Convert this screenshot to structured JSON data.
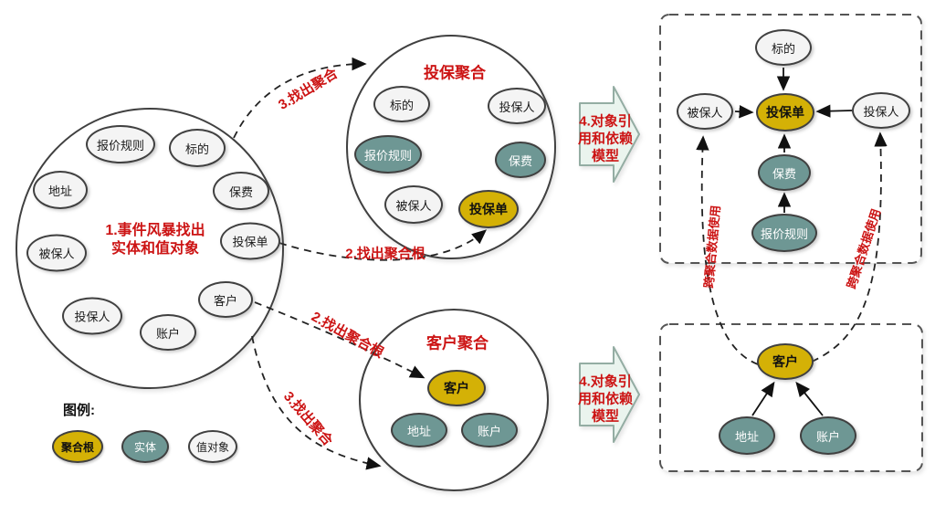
{
  "colors": {
    "aggregate_root_fill": "#d4b106",
    "entity_fill": "#6e9794",
    "value_object_fill": "#f4f4f4",
    "outline": "#404040",
    "red_label": "#cc1414",
    "dashed_border": "#555555",
    "step_arrow_fill": "#eaf4ee",
    "step_arrow_border": "#94ada3"
  },
  "diagram": {
    "event_storm": {
      "caption_line1": "1.事件风暴找出",
      "caption_line2": "实体和值对象",
      "nodes": [
        "报价规则",
        "标的",
        "地址",
        "保费",
        "被保人",
        "投保单",
        "投保人",
        "客户",
        "账户"
      ]
    },
    "insurance_aggregate": {
      "title": "投保聚合",
      "nodes": [
        {
          "label": "标的",
          "type": "value-object"
        },
        {
          "label": "投保人",
          "type": "value-object"
        },
        {
          "label": "报价规则",
          "type": "entity"
        },
        {
          "label": "保费",
          "type": "entity"
        },
        {
          "label": "被保人",
          "type": "value-object"
        },
        {
          "label": "投保单",
          "type": "aggregate-root"
        }
      ]
    },
    "customer_aggregate": {
      "title": "客户聚合",
      "nodes": [
        {
          "label": "客户",
          "type": "aggregate-root"
        },
        {
          "label": "地址",
          "type": "entity"
        },
        {
          "label": "账户",
          "type": "entity"
        }
      ]
    },
    "insurance_model": {
      "nodes": [
        {
          "label": "标的",
          "type": "value-object"
        },
        {
          "label": "被保人",
          "type": "value-object"
        },
        {
          "label": "投保单",
          "type": "aggregate-root"
        },
        {
          "label": "投保人",
          "type": "value-object"
        },
        {
          "label": "保费",
          "type": "entity"
        },
        {
          "label": "报价规则",
          "type": "entity"
        }
      ]
    },
    "customer_model": {
      "nodes": [
        {
          "label": "客户",
          "type": "aggregate-root"
        },
        {
          "label": "地址",
          "type": "entity"
        },
        {
          "label": "账户",
          "type": "entity"
        }
      ]
    },
    "labels": {
      "step3_top": "3.找出聚合",
      "step2_top": "2.找出聚合根",
      "step2_bottom": "2.找出聚合根",
      "step3_bottom": "3.找出聚合",
      "cross_aggregate_left": "跨聚合数据使用",
      "cross_aggregate_right": "跨聚合数据使用",
      "step4_top_line1": "4.对象引",
      "step4_top_line2": "用和依赖",
      "step4_top_line3": "模型",
      "step4_bottom_line1": "4.对象引",
      "step4_bottom_line2": "用和依赖",
      "step4_bottom_line3": "模型"
    },
    "legend": {
      "title": "图例:",
      "items": [
        {
          "label": "聚合根",
          "type": "aggregate-root"
        },
        {
          "label": "实体",
          "type": "entity"
        },
        {
          "label": "值对象",
          "type": "value-object"
        }
      ]
    }
  }
}
